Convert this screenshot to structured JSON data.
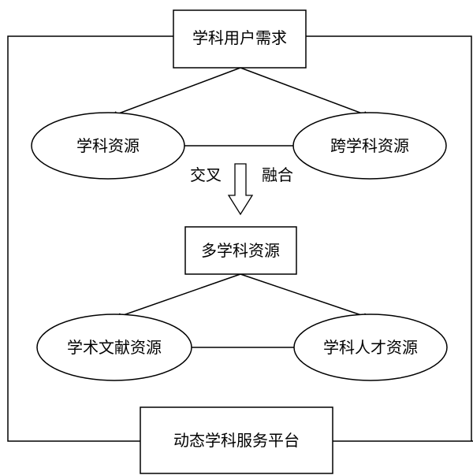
{
  "nodes": {
    "user_demand": "学科用户需求",
    "subject_resources": "学科资源",
    "cross_subject_resources": "跨学科资源",
    "multi_subject_resources": "多学科资源",
    "literature_resources": "学术文献资源",
    "talent_resources": "学科人才资源",
    "service_platform": "动态学科服务平台"
  },
  "process_labels": {
    "cross": "交叉",
    "fusion": "融合"
  }
}
